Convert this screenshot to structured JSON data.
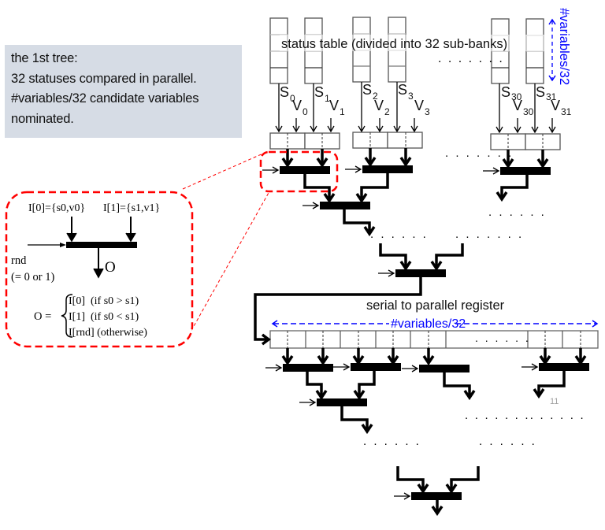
{
  "note": {
    "lines": [
      "the 1st tree:",
      "32 statuses compared in parallel.",
      "#variables/32 candidate variables",
      "nominated."
    ],
    "background": "#d6dce5"
  },
  "status_table": {
    "label": "status table (divided into 32 sub-banks)",
    "height_label": "#variables/32",
    "ellipsis": ". . . . . . .",
    "banks": [
      {
        "s": "S",
        "s_sub": "0",
        "v": "V",
        "v_sub": "0"
      },
      {
        "s": "S",
        "s_sub": "1",
        "v": "V",
        "v_sub": "1"
      },
      {
        "s": "S",
        "s_sub": "2",
        "v": "V",
        "v_sub": "2"
      },
      {
        "s": "S",
        "s_sub": "3",
        "v": "V",
        "v_sub": "3"
      },
      {
        "s": "S",
        "s_sub": "30",
        "v": "V",
        "v_sub": "30"
      },
      {
        "s": "S",
        "s_sub": "31",
        "v": "V",
        "v_sub": "31"
      }
    ]
  },
  "tree_ellipses": [
    ". . . . . . .",
    ". . . . . .",
    ". . . . . .",
    ". . . . . . ."
  ],
  "register": {
    "label": "serial to parallel register",
    "width_label": "#variables/32",
    "ellipsis": ". . . . . ."
  },
  "second_tree_ellipses": [
    ". . . . . . .. . . . . .",
    ". . . . . .",
    ". . . . . ."
  ],
  "page_number": "11",
  "zoom_detail": {
    "input0": "I[0]={s0,v0}",
    "input1": "I[1]={s1,v1}",
    "rnd_label": "rnd",
    "rnd_values": "(= 0 or 1)",
    "output_label": "O",
    "equation_lhs": "O =",
    "cases": [
      "I[0]  (if s0 > s1)",
      "I[1]  (if s0 < s1)",
      "I[rnd] (otherwise)"
    ]
  },
  "colors": {
    "highlight": "#ff0000",
    "dimension": "#0000ff",
    "ink": "#000000"
  }
}
